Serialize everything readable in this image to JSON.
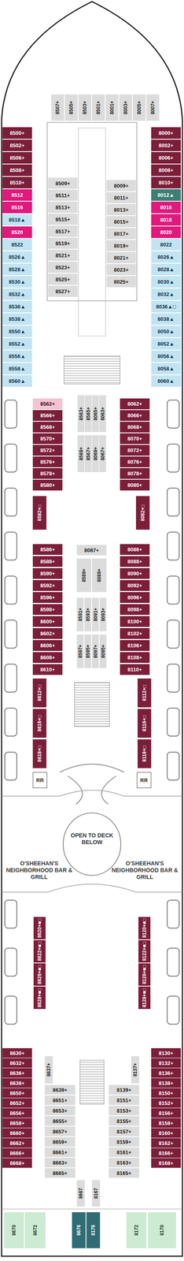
{
  "diagram": {
    "nodes": [
      {
        "text": [
          "8507+"
        ]
      },
      {
        "text": [
          "8505+"
        ]
      },
      {
        "text": [
          "8503+"
        ]
      },
      {
        "text": [
          "8501+"
        ]
      },
      {
        "text": [
          "8001+"
        ]
      },
      {
        "text": [
          "8003+"
        ]
      },
      {
        "text": [
          "8005+"
        ]
      },
      {
        "text": [
          "8007+"
        ]
      },
      {
        "text": [
          "8500+"
        ]
      },
      {
        "text": [
          "8502+"
        ]
      },
      {
        "text": [
          "8506+"
        ]
      },
      {
        "text": [
          "8508+"
        ]
      },
      {
        "text": [
          "8510+"
        ]
      },
      {
        "text": [
          "8512"
        ]
      },
      {
        "text": [
          "8516"
        ]
      },
      {
        "text": [
          "8518▲"
        ]
      },
      {
        "text": [
          "8520"
        ]
      },
      {
        "text": [
          "8522"
        ]
      },
      {
        "text": [
          "8526▲"
        ]
      },
      {
        "text": [
          "8528▲"
        ]
      },
      {
        "text": [
          "8530▲"
        ]
      },
      {
        "text": [
          "8532▲"
        ]
      },
      {
        "text": [
          "8536▲"
        ]
      },
      {
        "text": [
          "8538▲"
        ]
      },
      {
        "text": [
          "8550▲"
        ]
      },
      {
        "text": [
          "8552▲"
        ]
      },
      {
        "text": [
          "8556▲"
        ]
      },
      {
        "text": [
          "8558▲"
        ]
      },
      {
        "text": [
          "8560▲"
        ]
      },
      {
        "text": [
          "8509+"
        ]
      },
      {
        "text": [
          "8511+"
        ]
      },
      {
        "text": [
          "8513+"
        ]
      },
      {
        "text": [
          "8515+"
        ]
      },
      {
        "text": [
          "8517+"
        ]
      },
      {
        "text": [
          "8519+"
        ]
      },
      {
        "text": [
          "8521+"
        ]
      },
      {
        "text": [
          "8523+"
        ]
      },
      {
        "text": [
          "8525+"
        ]
      },
      {
        "text": [
          "8527+"
        ]
      },
      {
        "text": [
          "8009+"
        ]
      },
      {
        "text": [
          "8011+"
        ]
      },
      {
        "text": [
          "8013+"
        ]
      },
      {
        "text": [
          "8015+"
        ]
      },
      {
        "text": [
          "8017+"
        ]
      },
      {
        "text": [
          "8019+"
        ]
      },
      {
        "text": [
          "8021+"
        ]
      },
      {
        "text": [
          "8023+"
        ]
      },
      {
        "text": [
          "8025+"
        ]
      },
      {
        "text": [
          "8000+"
        ]
      },
      {
        "text": [
          "8002+"
        ]
      },
      {
        "text": [
          "8006+"
        ]
      },
      {
        "text": [
          "8008+"
        ]
      },
      {
        "text": [
          "8010+"
        ]
      },
      {
        "text": [
          "8012▲"
        ]
      },
      {
        "text": [
          "8016"
        ]
      },
      {
        "text": [
          "8018"
        ]
      },
      {
        "text": [
          "8020"
        ]
      },
      {
        "text": [
          "8022"
        ]
      },
      {
        "text": [
          "8026▲"
        ]
      },
      {
        "text": [
          "8028▲"
        ]
      },
      {
        "text": [
          "8030▲"
        ]
      },
      {
        "text": [
          "8032▲"
        ]
      },
      {
        "text": [
          "8036▲□"
        ]
      },
      {
        "text": [
          "8038▲"
        ]
      },
      {
        "text": [
          "8050▲"
        ]
      },
      {
        "text": [
          "8052▲"
        ]
      },
      {
        "text": [
          "8056▲"
        ]
      },
      {
        "text": [
          "8058▲"
        ]
      },
      {
        "text": [
          "8060▲"
        ]
      },
      {
        "text": [
          "8562+"
        ]
      },
      {
        "text": [
          "8566+"
        ]
      },
      {
        "text": [
          "8568+"
        ]
      },
      {
        "text": [
          "8570+"
        ]
      },
      {
        "text": [
          "8572+"
        ]
      },
      {
        "text": [
          "8576+"
        ]
      },
      {
        "text": [
          "8578+"
        ]
      },
      {
        "text": [
          "8580+"
        ]
      },
      {
        "text": [
          "8582+□"
        ]
      },
      {
        "text": [
          "8563+"
        ]
      },
      {
        "text": [
          "8565+"
        ]
      },
      {
        "text": [
          "8065+"
        ]
      },
      {
        "text": [
          "8063+"
        ]
      },
      {
        "text": [
          "8569+"
        ]
      },
      {
        "text": [
          "8567+"
        ]
      },
      {
        "text": [
          "8069+"
        ]
      },
      {
        "text": [
          "8067+"
        ]
      },
      {
        "text": [
          "8062+"
        ]
      },
      {
        "text": [
          "8066+"
        ]
      },
      {
        "text": [
          "8068+"
        ]
      },
      {
        "text": [
          "8070+"
        ]
      },
      {
        "text": [
          "8072+"
        ]
      },
      {
        "text": [
          "8076+"
        ]
      },
      {
        "text": [
          "8078+"
        ]
      },
      {
        "text": [
          "8080+"
        ]
      },
      {
        "text": [
          "8082+□"
        ]
      },
      {
        "text": [
          "8586+"
        ]
      },
      {
        "text": [
          "8588+"
        ]
      },
      {
        "text": [
          "8590+"
        ]
      },
      {
        "text": [
          "8592+"
        ]
      },
      {
        "text": [
          "8596+"
        ]
      },
      {
        "text": [
          "8598+"
        ]
      },
      {
        "text": [
          "8600+"
        ]
      },
      {
        "text": [
          "8602+"
        ]
      },
      {
        "text": [
          "8606+"
        ]
      },
      {
        "text": [
          "8608+"
        ]
      },
      {
        "text": [
          "8610+"
        ]
      },
      {
        "text": [
          "8087+"
        ]
      },
      {
        "text": [
          "8589+"
        ]
      },
      {
        "text": [
          "8089+"
        ]
      },
      {
        "text": [
          "8591+"
        ]
      },
      {
        "text": [
          "8593+"
        ]
      },
      {
        "text": [
          "8091+"
        ]
      },
      {
        "text": [
          "8093+"
        ]
      },
      {
        "text": [
          "8597+"
        ]
      },
      {
        "text": [
          "8595+"
        ]
      },
      {
        "text": [
          "8097+"
        ]
      },
      {
        "text": [
          "8095+"
        ]
      },
      {
        "text": [
          "8086+"
        ]
      },
      {
        "text": [
          "8088+"
        ]
      },
      {
        "text": [
          "8090+"
        ]
      },
      {
        "text": [
          "8092+"
        ]
      },
      {
        "text": [
          "8096+"
        ]
      },
      {
        "text": [
          "8098+"
        ]
      },
      {
        "text": [
          "8100+"
        ]
      },
      {
        "text": [
          "8102+"
        ]
      },
      {
        "text": [
          "8106+"
        ]
      },
      {
        "text": [
          "8108+"
        ]
      },
      {
        "text": [
          "8110+"
        ]
      },
      {
        "text": [
          "8612+□"
        ]
      },
      {
        "text": [
          "8616+□"
        ]
      },
      {
        "text": [
          "8618+□"
        ]
      },
      {
        "text": [
          "8112+□"
        ]
      },
      {
        "text": [
          "8116+□"
        ]
      },
      {
        "text": [
          "8118+□"
        ]
      },
      {
        "text": [
          "RR"
        ]
      },
      {
        "text": [
          "RR"
        ]
      },
      {
        "text": [
          "8620+■□"
        ]
      },
      {
        "text": [
          "8622+■□"
        ]
      },
      {
        "text": [
          "8626+■□"
        ]
      },
      {
        "text": [
          "8628+■□"
        ]
      },
      {
        "text": [
          "8120+■□"
        ]
      },
      {
        "text": [
          "8122+■□"
        ]
      },
      {
        "text": [
          "8126+■□"
        ]
      },
      {
        "text": [
          "8128+■□"
        ]
      },
      {
        "text": [
          "8630+"
        ]
      },
      {
        "text": [
          "8632+"
        ]
      },
      {
        "text": [
          "8636+"
        ]
      },
      {
        "text": [
          "8638+"
        ]
      },
      {
        "text": [
          "8650+"
        ]
      },
      {
        "text": [
          "8652+"
        ]
      },
      {
        "text": [
          "8656+"
        ]
      },
      {
        "text": [
          "8658+"
        ]
      },
      {
        "text": [
          "8660+"
        ]
      },
      {
        "text": [
          "8662+"
        ]
      },
      {
        "text": [
          "8666+"
        ]
      },
      {
        "text": [
          "8668+"
        ]
      },
      {
        "text": [
          "8130+"
        ]
      },
      {
        "text": [
          "8132+"
        ]
      },
      {
        "text": [
          "8136+"
        ]
      },
      {
        "text": [
          "8138+"
        ]
      },
      {
        "text": [
          "8150+"
        ]
      },
      {
        "text": [
          "8152+"
        ]
      },
      {
        "text": [
          "8156+"
        ]
      },
      {
        "text": [
          "8158+"
        ]
      },
      {
        "text": [
          "8160+"
        ]
      },
      {
        "text": [
          "8162+"
        ]
      },
      {
        "text": [
          "8166+"
        ]
      },
      {
        "text": [
          "8168+"
        ]
      },
      {
        "text": [
          "8637+"
        ]
      },
      {
        "text": [
          "8137+"
        ]
      },
      {
        "text": [
          "8639+"
        ]
      },
      {
        "text": [
          "8651+"
        ]
      },
      {
        "text": [
          "8653+"
        ]
      },
      {
        "text": [
          "8655+"
        ]
      },
      {
        "text": [
          "8657+"
        ]
      },
      {
        "text": [
          "8659+"
        ]
      },
      {
        "text": [
          "8661+"
        ]
      },
      {
        "text": [
          "8663+"
        ]
      },
      {
        "text": [
          "8665+"
        ]
      },
      {
        "text": [
          "8139+"
        ]
      },
      {
        "text": [
          "8151+"
        ]
      },
      {
        "text": [
          "8153+"
        ]
      },
      {
        "text": [
          "8155+"
        ]
      },
      {
        "text": [
          "8157+"
        ]
      },
      {
        "text": [
          "8159+"
        ]
      },
      {
        "text": [
          "8161+"
        ]
      },
      {
        "text": [
          "8163+"
        ]
      },
      {
        "text": [
          "8165+"
        ]
      },
      {
        "text": [
          "8667"
        ]
      },
      {
        "text": [
          "8167"
        ]
      },
      {
        "text": [
          "8670"
        ]
      },
      {
        "text": [
          "8672"
        ]
      },
      {
        "text": [
          "8676"
        ]
      },
      {
        "text": [
          "8176"
        ]
      },
      {
        "text": [
          "8172"
        ]
      },
      {
        "text": [
          "8170"
        ]
      }
    ],
    "labels": [
      "OPEN TO DECK BELOW",
      "O'SHEEHAN'S NEIGHBORHOOD BAR & GRILL",
      "O'SHEEHAN'S NEIGHBORHOOD BAR & GRILL"
    ]
  }
}
